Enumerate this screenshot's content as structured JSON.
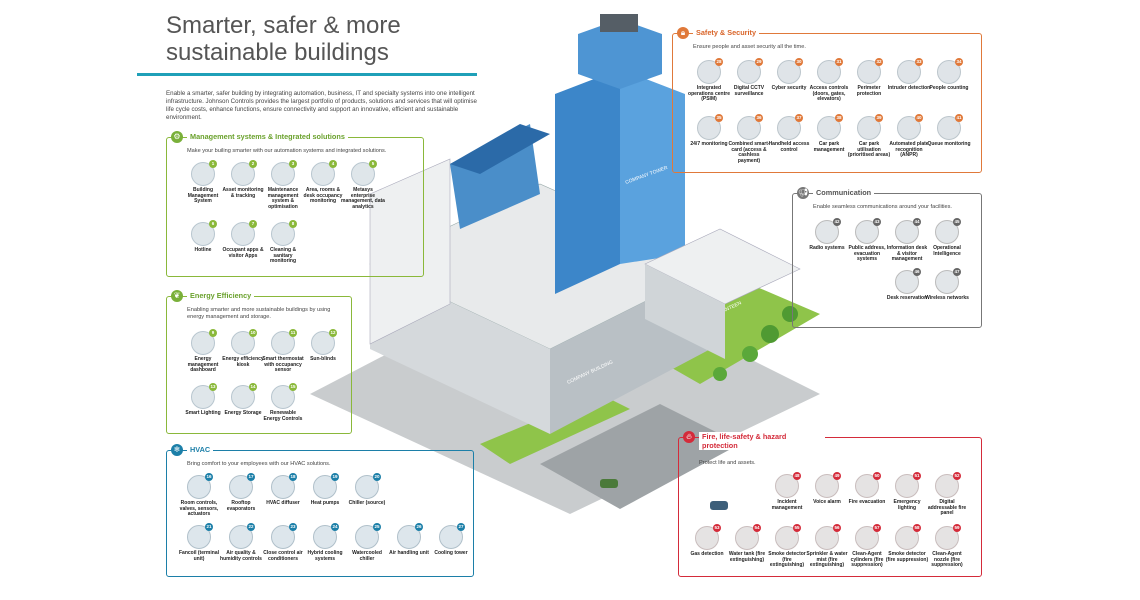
{
  "header": {
    "title_line1": "Smarter, safer & more",
    "title_line2": "sustainable buildings",
    "intro": "Enable a smarter, safer building by integrating automation, business, IT and specialty systems into one intelligent infrastructure. Johnson Controls provides the largest portfolio of products, solutions and services that will optimise life cycle costs, enhance functions, ensure connectivity and support an innovative, efficient and sustainable environment."
  },
  "panels": {
    "management": {
      "title": "Management systems & Integrated solutions",
      "desc": "Make your builing smarter with our automation systems and integrated solutions.",
      "color": "#8ab83a",
      "items": [
        {
          "n": "1",
          "label": "Building Management System"
        },
        {
          "n": "2",
          "label": "Asset monitoring & tracking"
        },
        {
          "n": "3",
          "label": "Maintenance management system & optimisation"
        },
        {
          "n": "4",
          "label": "Area, rooms & desk occupancy monitoring"
        },
        {
          "n": "5",
          "label": "Metasys enterprise management, data analytics"
        },
        {
          "n": "6",
          "label": "Hotline"
        },
        {
          "n": "7",
          "label": "Occupant apps & visitor Apps"
        },
        {
          "n": "8",
          "label": "Cleaning & sanitary monitoring"
        }
      ]
    },
    "energy": {
      "title": "Energy Efficiency",
      "desc": "Enabling smarter and more sustainable buildings by using energy management and storage.",
      "color": "#8ab83a",
      "items": [
        {
          "n": "9",
          "label": "Energy management dashboard"
        },
        {
          "n": "10",
          "label": "Energy efficiency kiosk"
        },
        {
          "n": "11",
          "label": "Smart thermostat with occupancy sensor"
        },
        {
          "n": "12",
          "label": "Sun-blinds"
        },
        {
          "n": "13",
          "label": "Smart Lighting"
        },
        {
          "n": "14",
          "label": "Energy Storage"
        },
        {
          "n": "15",
          "label": "Renewable Energy Controls"
        }
      ]
    },
    "hvac": {
      "title": "HVAC",
      "desc": "Bring comfort to your employees with our HVAC solutions.",
      "color": "#1c7fa8",
      "items": [
        {
          "n": "16",
          "label": "Room controls, valves, sensors, actuators"
        },
        {
          "n": "17",
          "label": "Rooftop evaporators"
        },
        {
          "n": "18",
          "label": "HVAC diffuser"
        },
        {
          "n": "19",
          "label": "Heat pumps"
        },
        {
          "n": "20",
          "label": "Chiller (source)"
        },
        {
          "n": "21",
          "label": "Fancoil (terminal unit)"
        },
        {
          "n": "22",
          "label": "Air quality & humidity controls"
        },
        {
          "n": "23",
          "label": "Close control air conditioners"
        },
        {
          "n": "24",
          "label": "Hybrid cooling systems"
        },
        {
          "n": "25",
          "label": "Watercooled chiller"
        },
        {
          "n": "26",
          "label": "Air handling unit"
        },
        {
          "n": "27",
          "label": "Cooling tower"
        }
      ]
    },
    "safety": {
      "title": "Safety & Security",
      "desc": "Ensure people and asset security all the time.",
      "color": "#e0793a",
      "items": [
        {
          "n": "28",
          "label": "Integrated operations centre (PSIM)"
        },
        {
          "n": "29",
          "label": "Digital CCTV surveillance"
        },
        {
          "n": "30",
          "label": "Cyber security"
        },
        {
          "n": "31",
          "label": "Access controls (doors, gates, elevators)"
        },
        {
          "n": "32",
          "label": "Perimeter protection"
        },
        {
          "n": "33",
          "label": "Intruder detection"
        },
        {
          "n": "34",
          "label": "People counting"
        },
        {
          "n": "35",
          "label": "24/7 monitoring"
        },
        {
          "n": "36",
          "label": "Combined smart-card (access & cashless payment)"
        },
        {
          "n": "37",
          "label": "Handheld access control"
        },
        {
          "n": "38",
          "label": "Car park management"
        },
        {
          "n": "39",
          "label": "Car park utilisation (prioritised areas)"
        },
        {
          "n": "40",
          "label": "Automated plate recognition (ANPR)"
        },
        {
          "n": "41",
          "label": "Queue monitoring"
        }
      ]
    },
    "communication": {
      "title": "Communication",
      "desc": "Enable seamless communications around your facilities.",
      "color": "#777777",
      "items": [
        {
          "n": "42",
          "label": "Radio systems"
        },
        {
          "n": "43",
          "label": "Public address, evacuation systems"
        },
        {
          "n": "44",
          "label": "Information desk & visitor management"
        },
        {
          "n": "45",
          "label": "Operational Intelligence"
        },
        {
          "n": "46",
          "label": "Desk reservation"
        },
        {
          "n": "47",
          "label": "Wireless networks"
        }
      ]
    },
    "fire": {
      "title": "Fire, life-safety & hazard protection",
      "desc": "Protect life and assets.",
      "color": "#d42b3a",
      "items": [
        {
          "n": "48",
          "label": "Incident management"
        },
        {
          "n": "49",
          "label": "Voice alarm"
        },
        {
          "n": "50",
          "label": "Fire evacuation"
        },
        {
          "n": "51",
          "label": "Emergency lighting"
        },
        {
          "n": "52",
          "label": "Digital addressable fire panel"
        },
        {
          "n": "53",
          "label": "Gas detection"
        },
        {
          "n": "54",
          "label": "Water tank (fire extinguishing)"
        },
        {
          "n": "55",
          "label": "Smoke detector (fire extinguishing)"
        },
        {
          "n": "56",
          "label": "Sprinkler & water mist (fire extinguishing)"
        },
        {
          "n": "57",
          "label": "Clean-Agent cylinders (fire suppression)"
        },
        {
          "n": "58",
          "label": "Smoke detector (fire suppression)"
        },
        {
          "n": "59",
          "label": "Clean-Agent nozzle (fire suppression)"
        }
      ]
    }
  },
  "scene": {
    "tower_sign": "COMPANY TOWER",
    "building_sign": "COMPANY BUILDING",
    "canteen_sign": "CANTEEN"
  }
}
